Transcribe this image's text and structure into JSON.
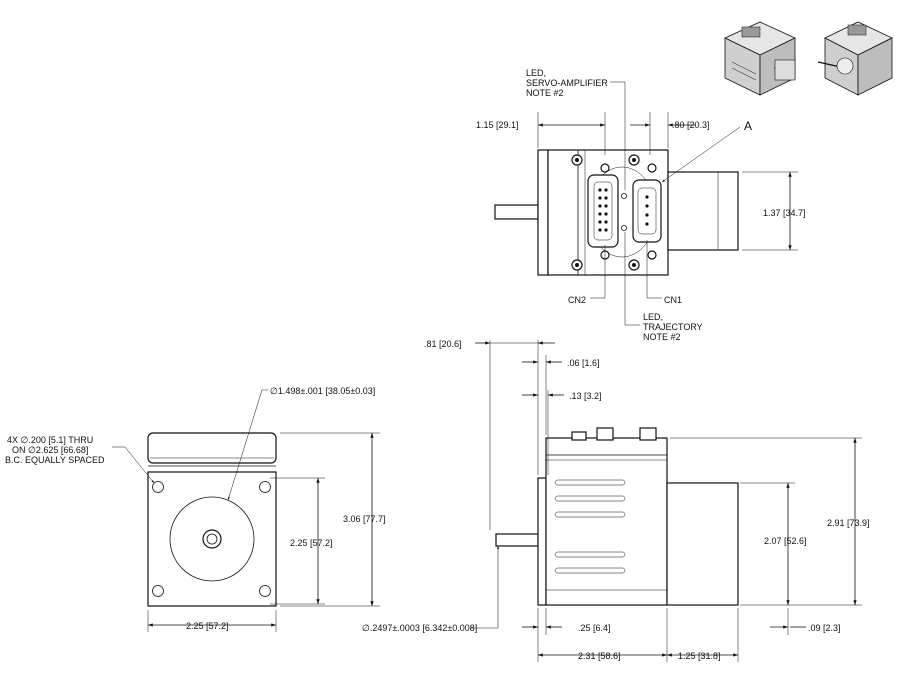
{
  "top_view": {
    "led_servo_label": [
      "LED,",
      "SERVO-AMPLIFIER",
      "NOTE #2"
    ],
    "led_trajectory_label": [
      "LED,",
      "TRAJECTORY",
      "NOTE #2"
    ],
    "dim_left": "1.15 [29.1]",
    "dim_right": ".80 [20.3]",
    "dim_height": "1.37 [34.7]",
    "callout_a": "A",
    "cn2": "CN2",
    "cn1": "CN1"
  },
  "front_view": {
    "hole_note": [
      "4X ∅.200 [5.1] THRU",
      "ON ∅2.625 [66.68]",
      "B.C. EQUALLY SPACED"
    ],
    "pilot_dia": "∅1.498±.001 [38.05±0.03]",
    "dim_bolt_height": "2.25 [57.2]",
    "dim_total_height": "3.06 [77.7]",
    "dim_width": "2.25 [57.2]"
  },
  "side_view": {
    "dim_shaft_len": ".81 [20.6]",
    "dim_flange_a": ".06 [1.6]",
    "dim_flange_b": ".13 [3.2]",
    "dim_total_height": "2.91 [73.9]",
    "dim_rear_height": "2.07 [52.6]",
    "shaft_dia": "∅.2497±.0003 [6.342±0.008]",
    "dim_pilot": ".25 [6.4]",
    "dim_rear_offset": ".09 [2.3]",
    "dim_body_len": "2.31 [58.6]",
    "dim_rear_len": "1.25 [31.8]"
  }
}
